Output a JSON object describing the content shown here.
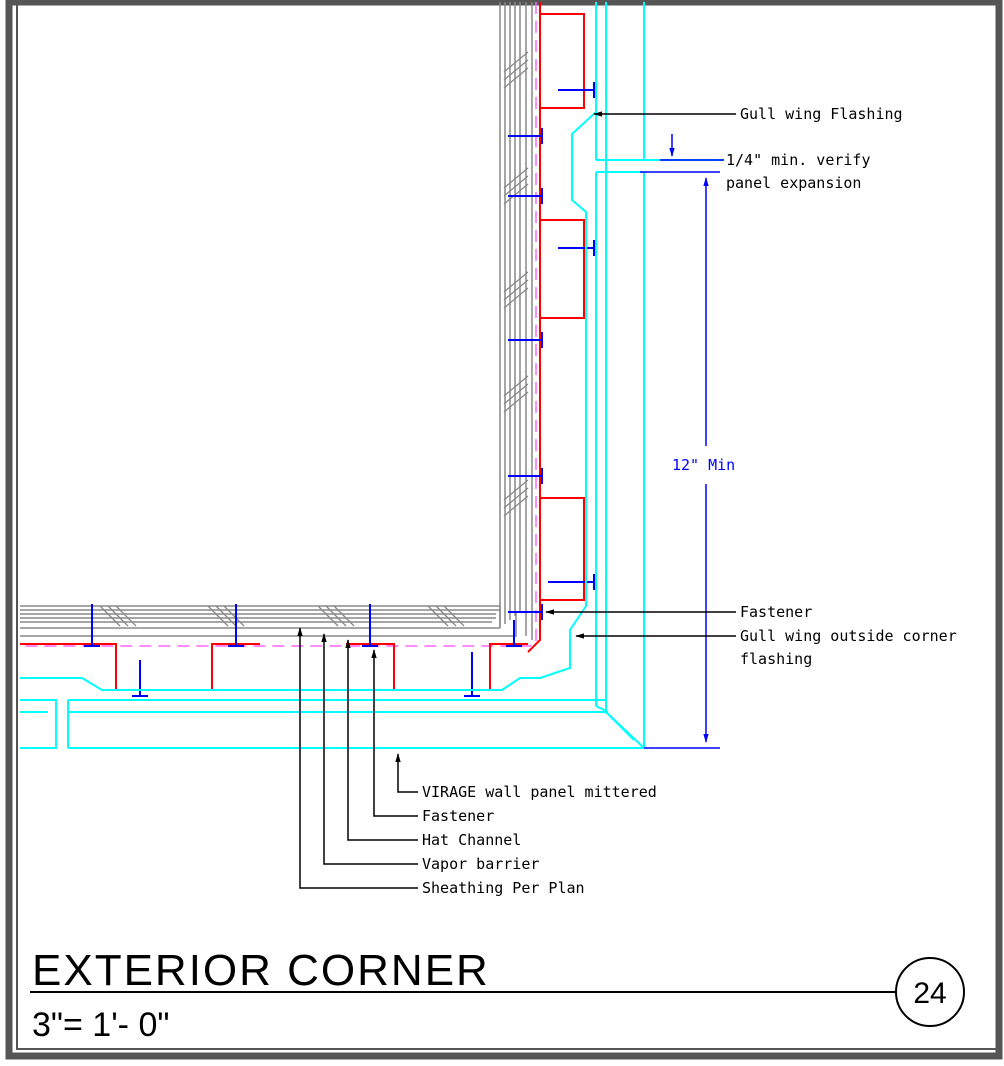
{
  "drawing": {
    "title": "EXTERIOR CORNER",
    "scale": "3\"= 1'- 0\"",
    "detail_number": "24"
  },
  "callouts": {
    "gull_wing_flashing": "Gull wing Flashing",
    "verify_line1": "1/4\" min. verify",
    "verify_line2": "panel expansion",
    "fastener_right": "Fastener",
    "corner_flashing_line1": "Gull wing outside corner",
    "corner_flashing_line2": "flashing",
    "virage_panel": "VIRAGE wall panel mittered",
    "fastener_bottom": "Fastener",
    "hat_channel": "Hat Channel",
    "vapor_barrier": "Vapor barrier",
    "sheathing": "Sheathing Per Plan"
  },
  "dimension": {
    "label": "12\" Min"
  },
  "colors": {
    "border": "#555555",
    "hat_channel": "#ff0000",
    "panel": "#00ffff",
    "fastener": "#0000ff",
    "vapor_barrier": "#ff66ff",
    "sheathing": "#888888",
    "leader": "#000000"
  }
}
